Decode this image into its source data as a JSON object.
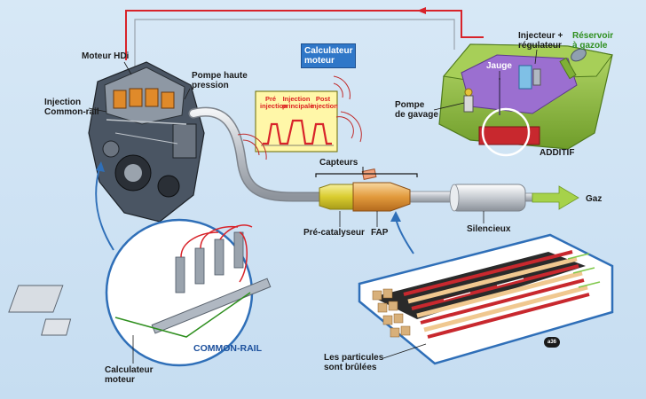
{
  "labels": {
    "moteur_hdi": "Moteur HDi",
    "pompe_haute_pression": "Pompe haute\npression",
    "injection_common_rail": "Injection\nCommon-rail",
    "calculateur_moteur_top": "Calculateur\nmoteur",
    "pre_injection": "Pré\ninjection",
    "injection_principale": "Injection\nprincipale",
    "post_injection": "Post\ninjection",
    "capteurs": "Capteurs",
    "pre_catalyseur": "Pré-catalyseur",
    "fap": "FAP",
    "silencieux": "Silencieux",
    "gaz": "Gaz",
    "injecteur_regulateur": "Injecteur +\nrégulateur",
    "reservoir_gazole": "Réservoir\nà gazole",
    "jauge": "Jauge",
    "pompe_gavage": "Pompe\nde gavage",
    "additif": "ADDITIF",
    "fap_detail": "FAP",
    "particules": "Les particules\nsont brûlées",
    "common_rail": "COMMON-RAIL",
    "calculateur_moteur_bottom": "Calculateur\nmoteur",
    "badge": "a36"
  },
  "colors": {
    "background": "#cfe3f3",
    "red_line": "#d8232a",
    "calc_box": "#2f77c8",
    "tank_green": "#8fbf3c",
    "tank_purple": "#8a5fbf",
    "pipe_grey": "#b7bcc3",
    "cat_yellow": "#e0d23a",
    "fap_orange": "#e8a040",
    "arrow_green": "#a6d24a",
    "filter_red": "#c8282e",
    "filter_tan": "#d8b07a",
    "common_rail_blue": "#1b4f9c"
  }
}
